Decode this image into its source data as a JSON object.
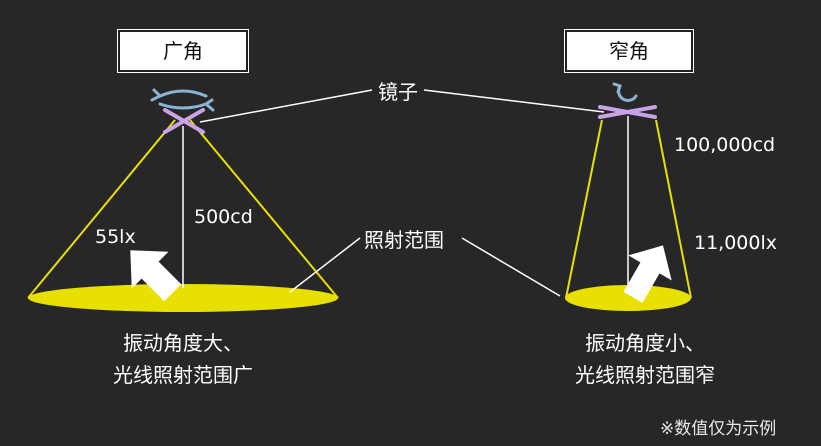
{
  "wide": {
    "title": "广角",
    "luminous_intensity": "500cd",
    "illuminance": "55lx",
    "caption_line1": "振动角度大、",
    "caption_line2": "光线照射范围广"
  },
  "narrow": {
    "title": "窄角",
    "luminous_intensity": "100,000cd",
    "illuminance": "11,000lx",
    "caption_line1": "振动角度小、",
    "caption_line2": "光线照射范围窄"
  },
  "labels": {
    "mirror": "镜子",
    "irradiation_area": "照射范围"
  },
  "note": "※数值仅为示例",
  "colors": {
    "background": "#272727",
    "beam": "#e8e000",
    "mirror": "#c9a3e6",
    "rotation_arrow": "#8ab4d6",
    "arrow": "#ffffff"
  },
  "icons": [
    "rotation-arrow-icon",
    "mirror-icon",
    "up-arrow-icon"
  ]
}
